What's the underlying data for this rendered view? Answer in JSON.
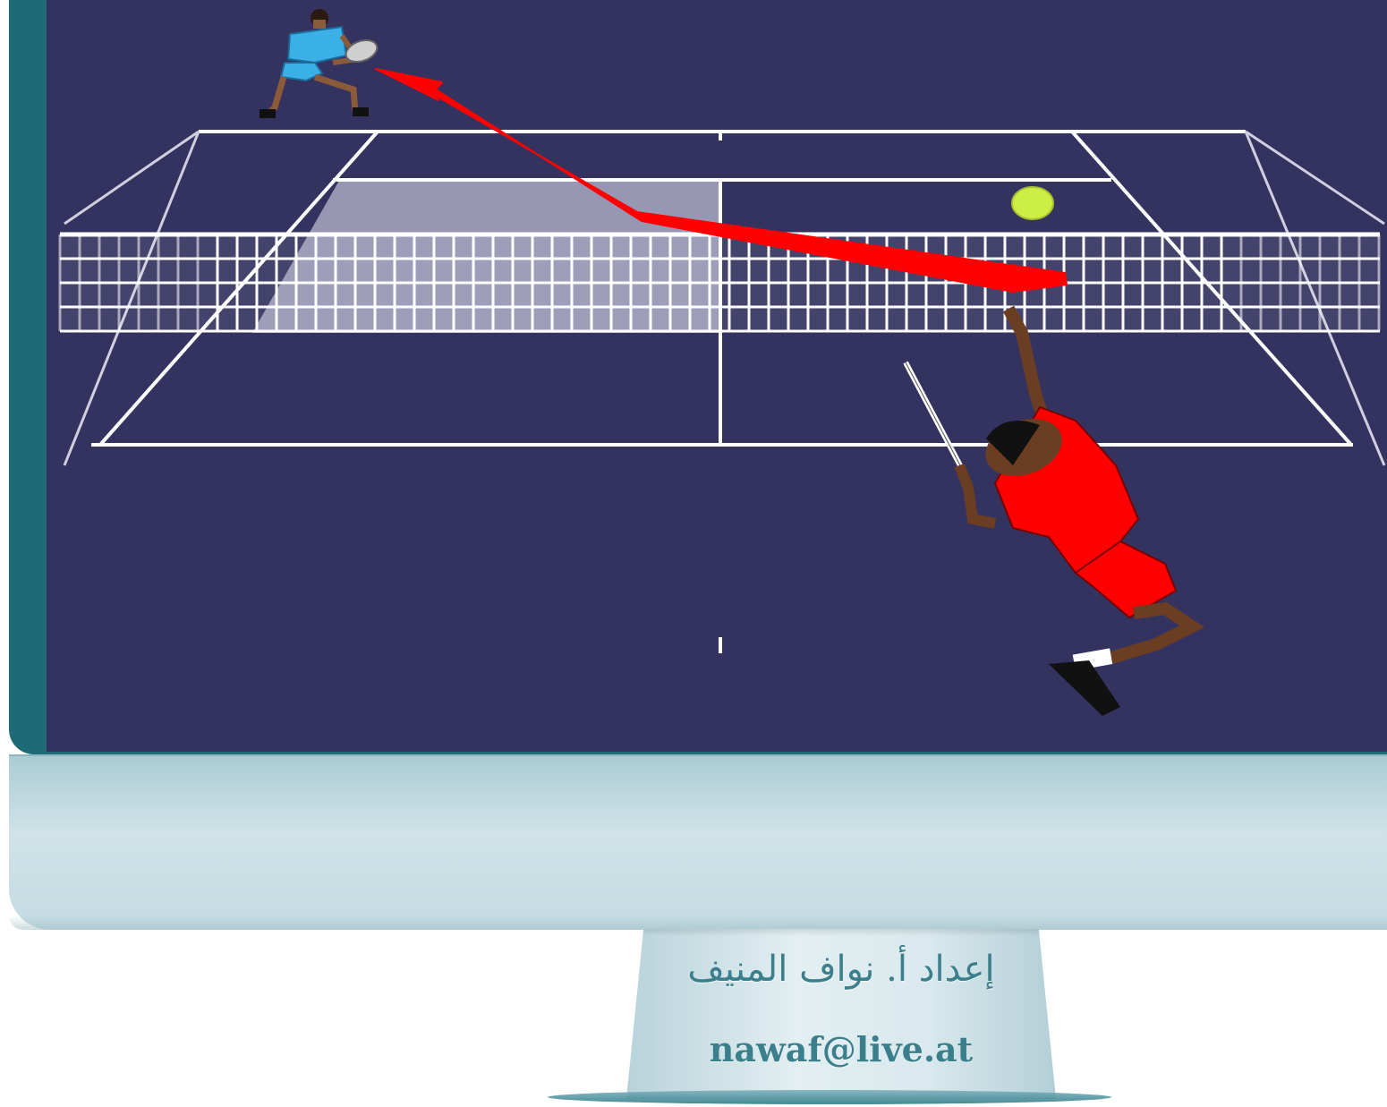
{
  "scene": {
    "description_colors": {
      "court": "#34335f",
      "lines": "#ffffff",
      "arrow": "#ff0000",
      "ball": "#ccee44",
      "server_shirt": "#ff0000",
      "receiver_shirt": "#3ab0e6"
    },
    "icons": [
      "tennis-court",
      "tennis-net",
      "tennis-ball",
      "server-player",
      "receiver-player",
      "serve-arrow"
    ]
  },
  "credit": {
    "line": "إعداد أ. نواف المنيف",
    "email": "nawaf@live.at"
  }
}
